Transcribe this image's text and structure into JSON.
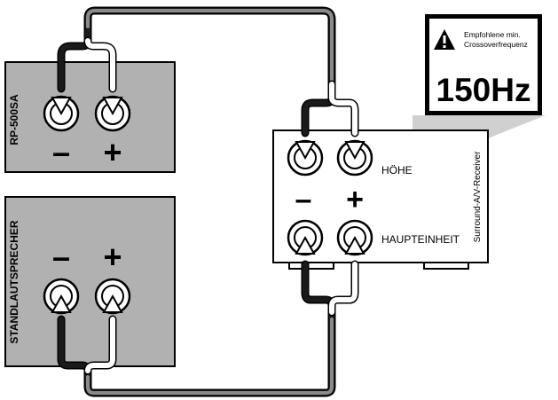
{
  "speakers": {
    "top": {
      "label": "RP-500SA",
      "minus": "–",
      "plus": "+"
    },
    "bottom": {
      "label": "STANDLAUTSPRECHER",
      "minus": "–",
      "plus": "+"
    }
  },
  "receiver": {
    "label": "Surround-A/V-Receiver",
    "minus": "–",
    "plus": "+",
    "row_top_label": "HÖHE",
    "row_bottom_label": "HAUPTEINHEIT"
  },
  "callout": {
    "text_line1": "Empfohlene min.",
    "text_line2": "Crossoverfrequenz",
    "value": "150Hz",
    "icon": "warning-triangle-icon"
  },
  "colors": {
    "box_fill": "#b1b1b1",
    "callout_fill": "#d0d0d0",
    "wire_dark": "#1a1a1a",
    "wire_light": "#ffffff"
  }
}
